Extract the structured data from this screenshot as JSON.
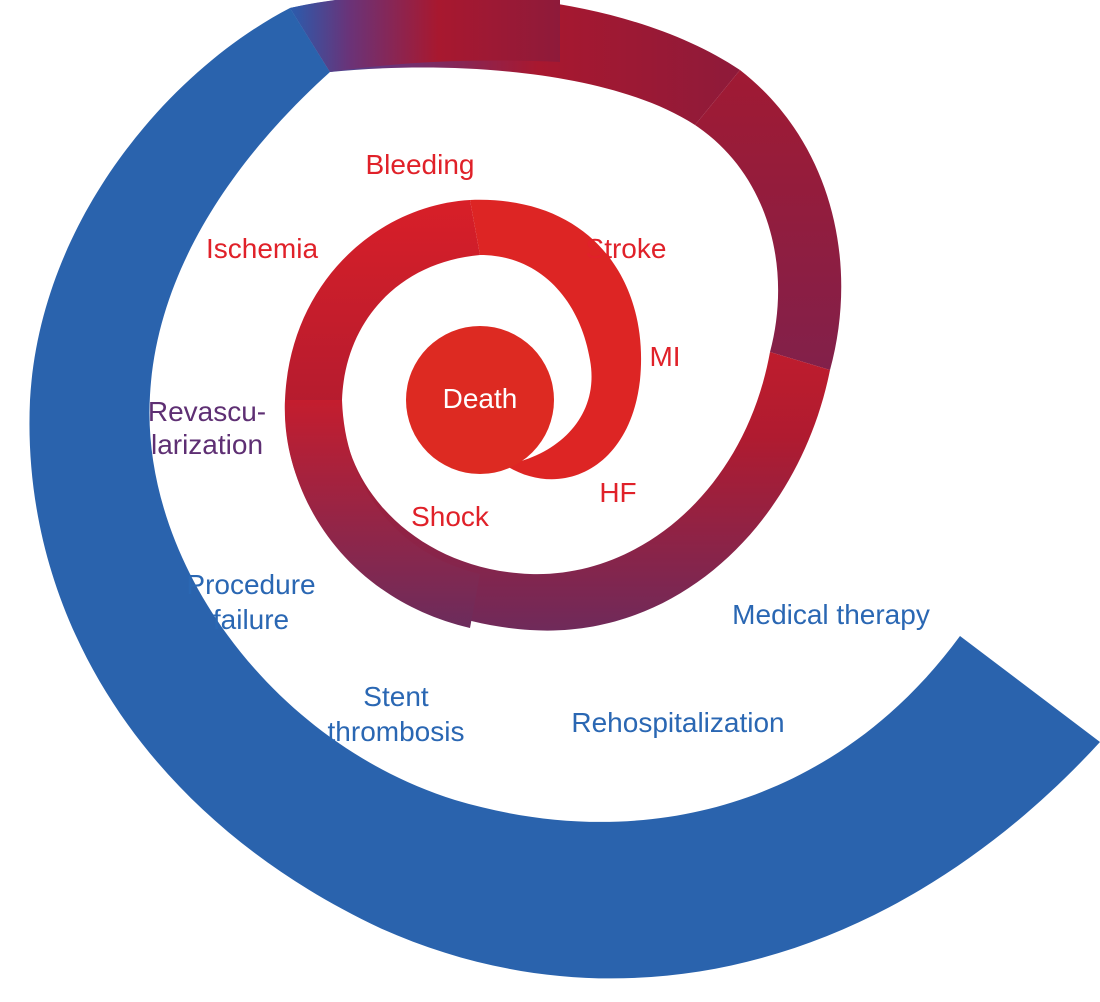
{
  "colors": {
    "outer_blue": "#2a63ad",
    "mid_purple": "#6a3378",
    "crimson": "#a8182f",
    "inner_red": "#e02129",
    "core_red": "#dd2a22"
  },
  "labels": {
    "death": "Death",
    "shock": "Shock",
    "hf": "HF",
    "mi": "MI",
    "stroke": "Stroke",
    "bleeding": "Bleeding",
    "ischemia": "Ischemia",
    "revascularization_line1": "Revascu-",
    "revascularization_line2": "larization",
    "procedure_failure_line1": "Procedure",
    "procedure_failure_line2": "failure",
    "stent_thrombosis_line1": "Stent",
    "stent_thrombosis_line2": "thrombosis",
    "rehospitalization": "Rehospitalization",
    "medical_therapy": "Medical therapy"
  }
}
